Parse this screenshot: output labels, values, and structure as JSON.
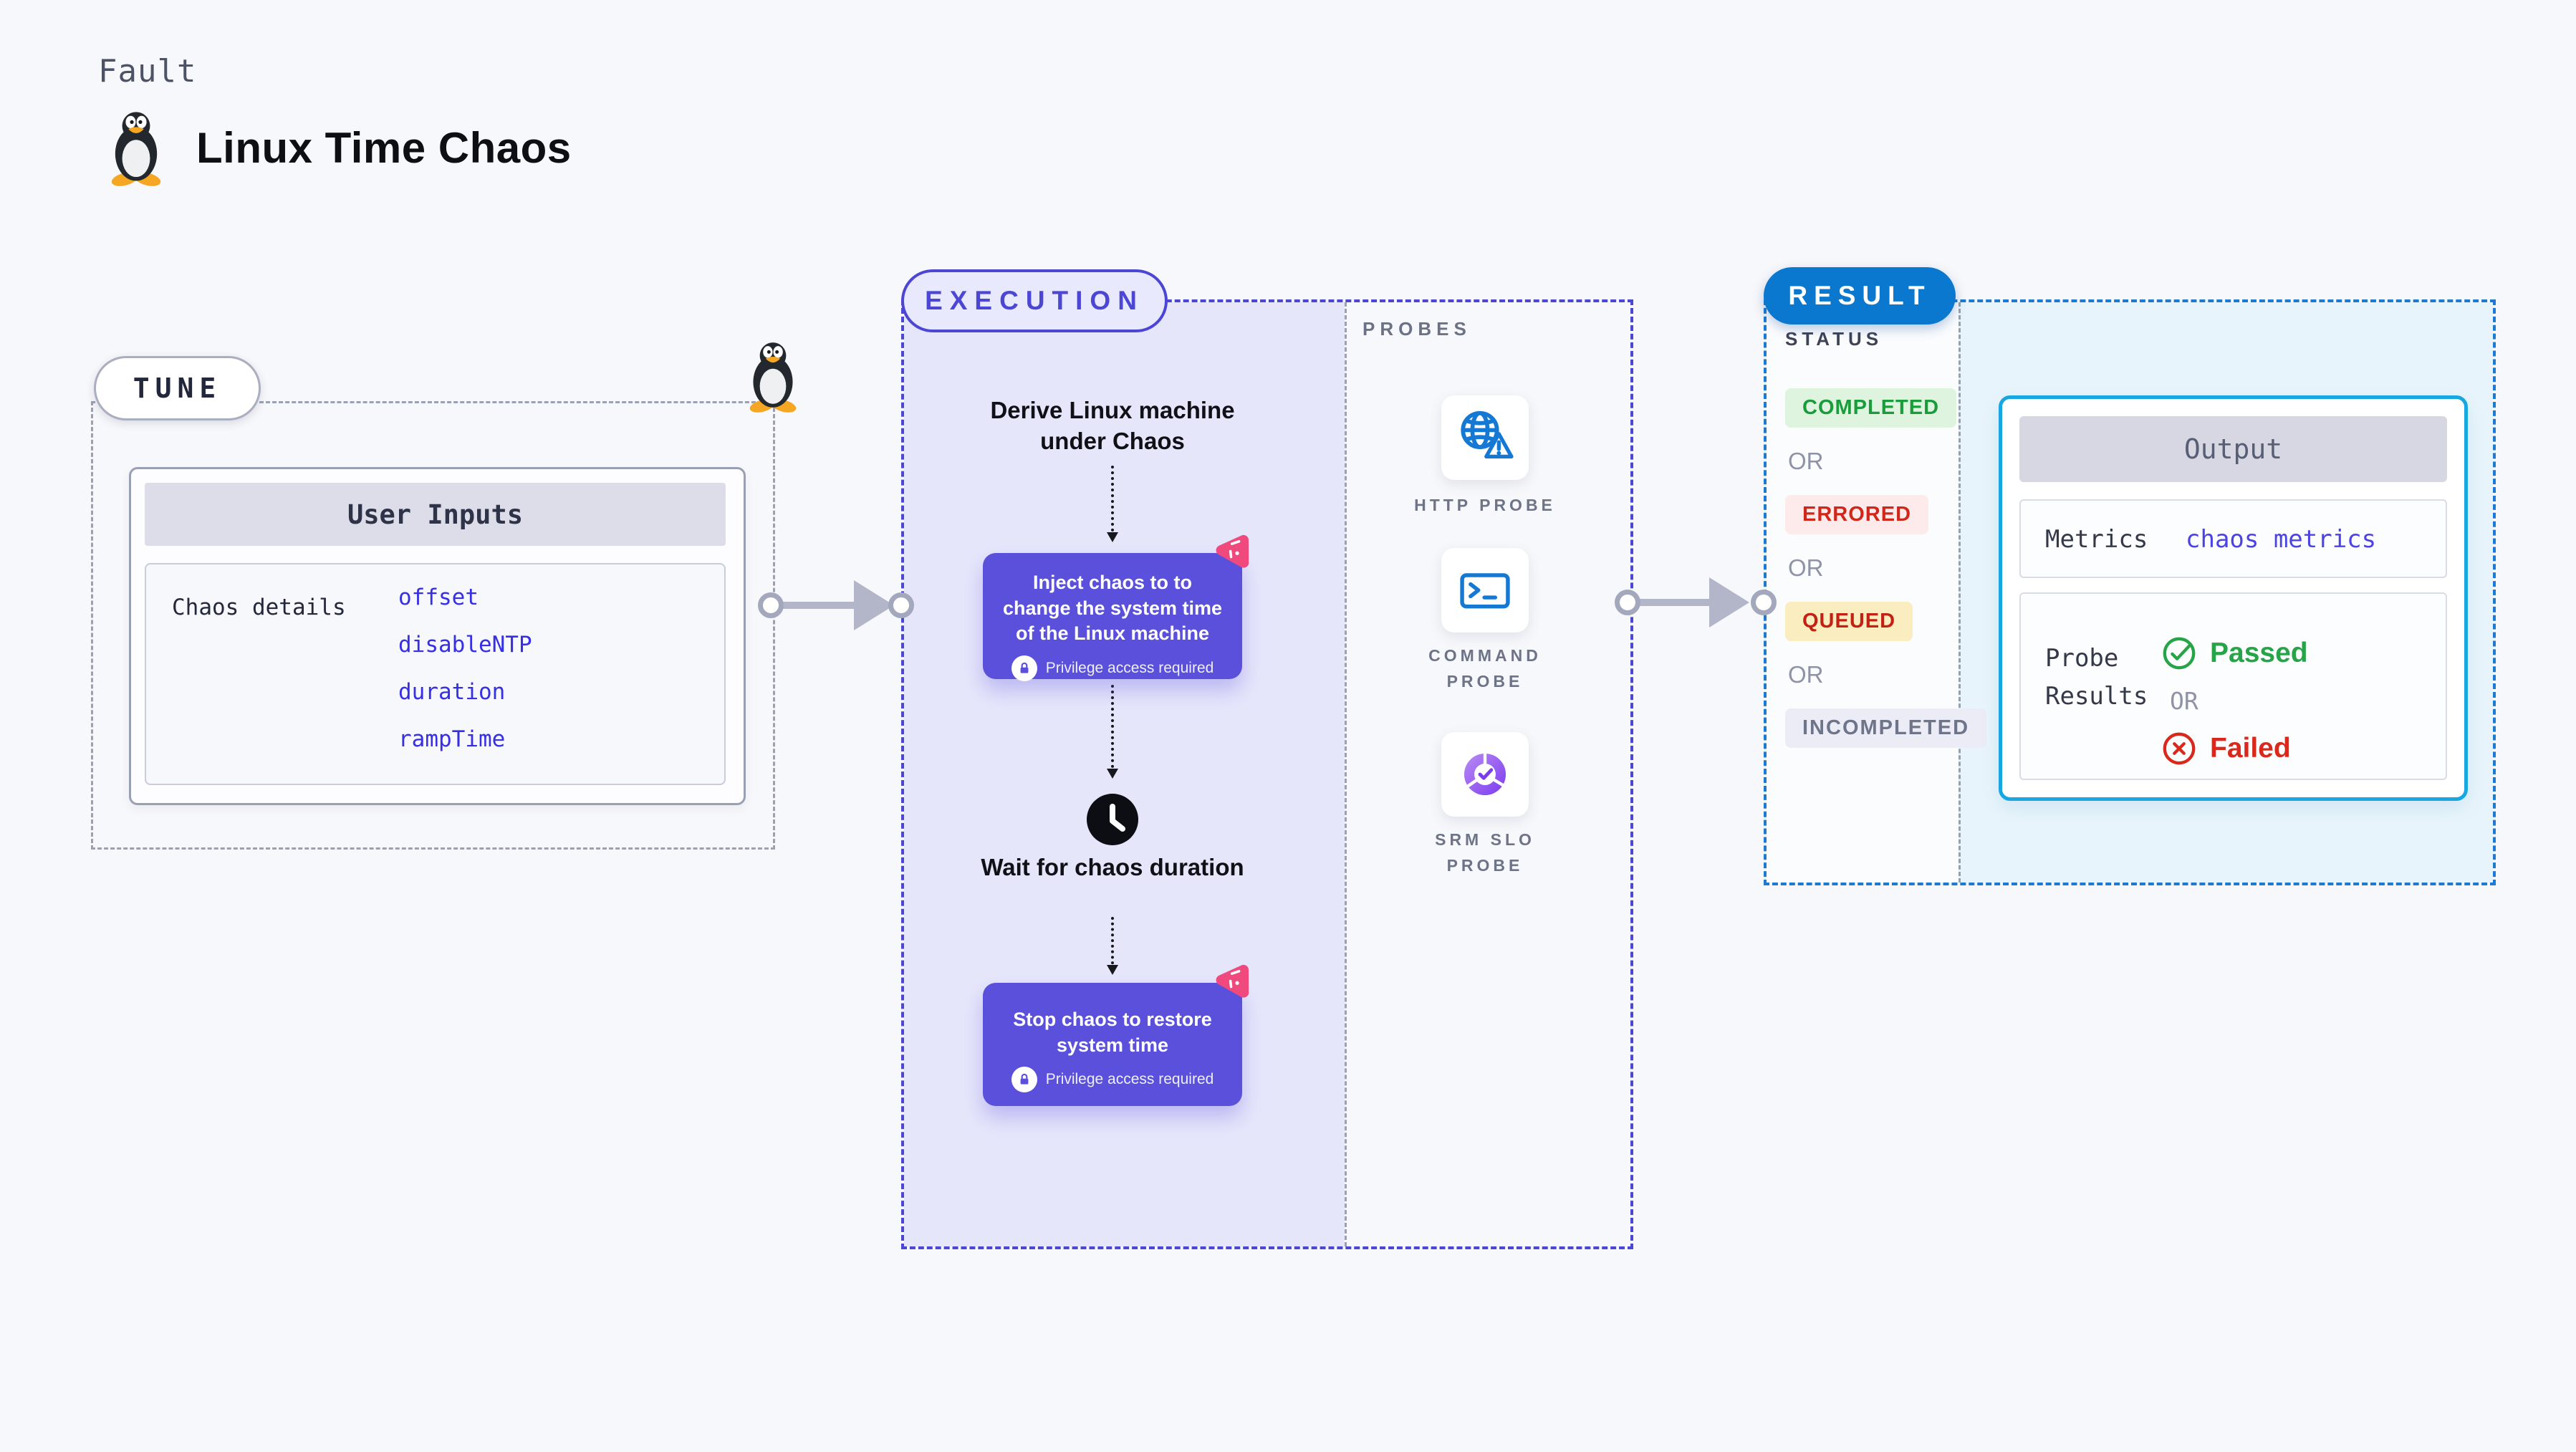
{
  "header": {
    "kicker": "Fault",
    "title": "Linux Time Chaos",
    "icon": "tux-penguin"
  },
  "tune": {
    "label": "TUNE",
    "card": {
      "title": "User Inputs",
      "row_label": "Chaos details",
      "params": [
        "offset",
        "disableNTP",
        "duration",
        "rampTime"
      ]
    }
  },
  "execution": {
    "label": "EXECUTION",
    "derive": "Derive Linux machine under Chaos",
    "inject": "Inject chaos to to change the system time of the Linux machine",
    "privilege": "Privilege access required",
    "wait": "Wait for chaos duration",
    "stop": "Stop chaos to restore system time"
  },
  "probes": {
    "label": "PROBES",
    "items": [
      {
        "name": "HTTP PROBE",
        "icon": "globe-alert-icon"
      },
      {
        "name": "COMMAND PROBE",
        "icon": "terminal-icon"
      },
      {
        "name": "SRM SLO PROBE",
        "icon": "pie-check-icon"
      }
    ]
  },
  "result": {
    "label": "RESULT",
    "status": {
      "heading": "STATUS",
      "or": "OR",
      "badges": [
        {
          "text": "COMPLETED",
          "fg": "#1a9c3c",
          "bg": "#def4df"
        },
        {
          "text": "ERRORED",
          "fg": "#d0271a",
          "bg": "#fcebea"
        },
        {
          "text": "QUEUED",
          "fg": "#c22213",
          "bg": "#faeec0"
        },
        {
          "text": "INCOMPLETED",
          "fg": "#6e7489",
          "bg": "#ebecf5"
        }
      ]
    },
    "output": {
      "title": "Output",
      "metrics_label": "Metrics",
      "metrics_value": "chaos metrics",
      "probe_label": "Probe Results",
      "or": "OR",
      "passed": "Passed",
      "failed": "Failed"
    }
  },
  "colors": {
    "page_bg": "#f7f8fb",
    "accent_indigo": "#4c46d5",
    "chaos_node_purple": "#5a50db",
    "execution_fill": "#e6e6fb",
    "result_pill_blue": "#0a78cf",
    "result_dash_blue": "#1e7ad1",
    "output_border_cyan": "#19a7e2",
    "output_panel_bg": "#e8f4fb",
    "link_blue": "#362fe6",
    "metrics_link_blue": "#4b43e4",
    "passed_green": "#27a447",
    "failed_red": "#d8291c",
    "chaos_logo_pink": "#f0497e",
    "probe_icon_blue": "#1579d3",
    "srm_icon_purple": "#7d3bee",
    "muted_gray": "#6e7487"
  }
}
